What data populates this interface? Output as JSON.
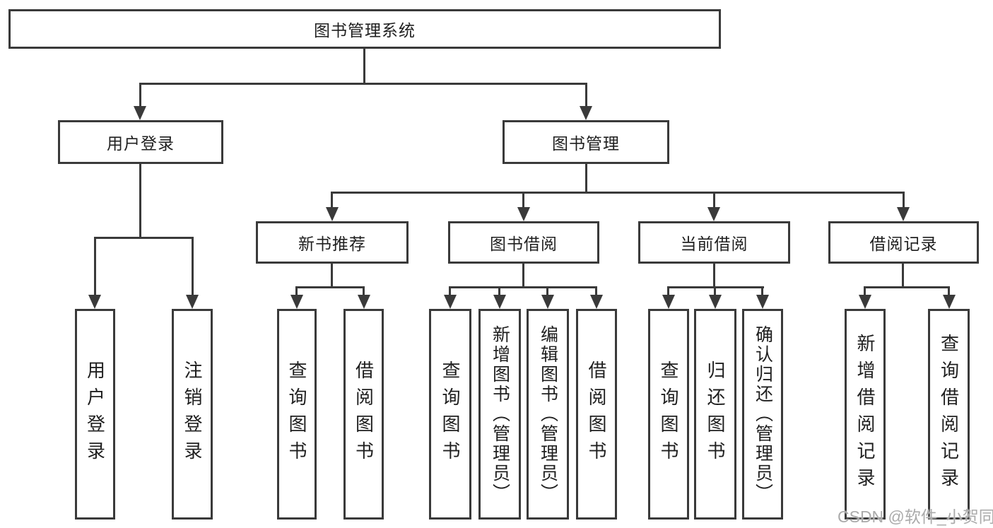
{
  "title": "图书管理系统",
  "colors": {
    "line": "#3a3a3a",
    "text": "#1f1f1f",
    "watermark": "#ababab",
    "background": "#ffffff"
  },
  "nodes": {
    "root": {
      "label": "图书管理系统"
    },
    "branches": [
      {
        "label": "用户登录",
        "children": [
          {
            "label": "用户登录"
          },
          {
            "label": "注销登录"
          }
        ]
      },
      {
        "label": "图书管理",
        "children": [
          {
            "label": "新书推荐",
            "children": [
              {
                "label": "查询图书"
              },
              {
                "label": "借阅图书"
              }
            ]
          },
          {
            "label": "图书借阅",
            "children": [
              {
                "label": "查询图书"
              },
              {
                "label": "新增图书（管理员）"
              },
              {
                "label": "编辑图书（管理员）"
              },
              {
                "label": "借阅图书"
              }
            ]
          },
          {
            "label": "当前借阅",
            "children": [
              {
                "label": "查询图书"
              },
              {
                "label": "归还图书"
              },
              {
                "label": "确认归还（管理员）"
              }
            ]
          },
          {
            "label": "借阅记录",
            "children": [
              {
                "label": "新增借阅记录"
              },
              {
                "label": "查询借阅记录"
              }
            ]
          }
        ]
      }
    ]
  },
  "watermark": {
    "text": "CSDN @软件_小贺同学"
  }
}
